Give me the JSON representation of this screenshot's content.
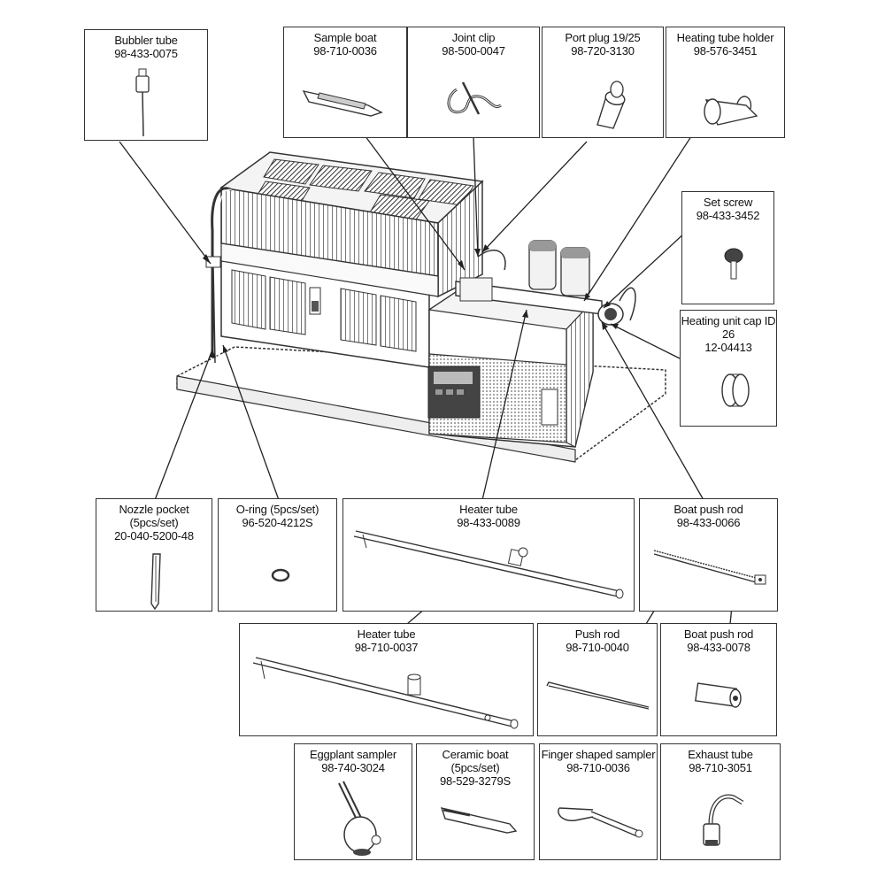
{
  "parts": {
    "bubbler_tube": {
      "name": "Bubbler tube",
      "code": "98-433-0075"
    },
    "sample_boat": {
      "name": "Sample boat",
      "code": "98-710-0036"
    },
    "joint_clip": {
      "name": "Joint clip",
      "code": "98-500-0047"
    },
    "port_plug": {
      "name": "Port plug 19/25",
      "code": "98-720-3130"
    },
    "heating_tube_holder": {
      "name": "Heating tube holder",
      "code": "98-576-3451"
    },
    "set_screw": {
      "name": "Set screw",
      "code": "98-433-3452"
    },
    "heating_unit_cap": {
      "name": "Heating unit cap ID 26",
      "code": "12-04413"
    },
    "nozzle_pocket": {
      "name": "Nozzle pocket (5pcs/set)",
      "code": "20-040-5200-48"
    },
    "o_ring": {
      "name": "O-ring (5pcs/set)",
      "code": "96-520-4212S"
    },
    "heater_tube_1": {
      "name": "Heater tube",
      "code": "98-433-0089"
    },
    "boat_push_rod_1": {
      "name": "Boat push rod",
      "code": "98-433-0066"
    },
    "heater_tube_2": {
      "name": "Heater tube",
      "code": "98-710-0037"
    },
    "push_rod": {
      "name": "Push rod",
      "code": "98-710-0040"
    },
    "boat_push_rod_2": {
      "name": "Boat push rod",
      "code": "98-433-0078"
    },
    "eggplant_sampler": {
      "name": "Eggplant sampler",
      "code": "98-740-3024"
    },
    "ceramic_boat": {
      "name": "Ceramic boat (5pcs/set)",
      "code": "98-529-3279S"
    },
    "finger_sampler": {
      "name": "Finger shaped sampler",
      "code": "98-710-0036"
    },
    "exhaust_tube": {
      "name": "Exhaust tube",
      "code": "98-710-3051"
    }
  },
  "colors": {
    "line": "#222222",
    "box_border": "#333333",
    "panel": "#444444"
  }
}
